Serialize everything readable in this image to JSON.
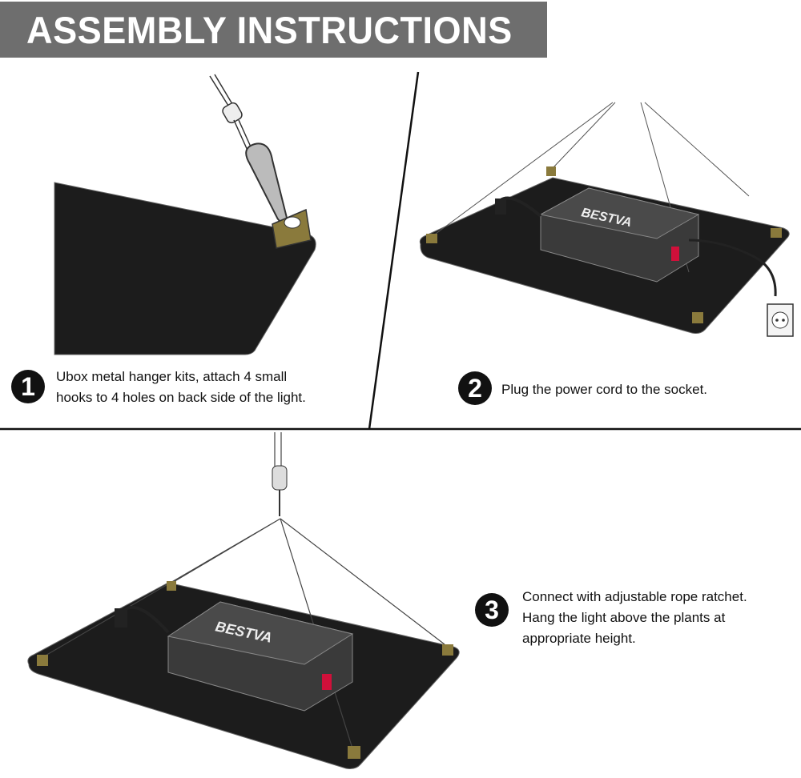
{
  "header": {
    "title": "ASSEMBLY INSTRUCTIONS"
  },
  "product": {
    "brand_logo": "BESTVA"
  },
  "steps": [
    {
      "number": "1",
      "lines": [
        "Ubox metal hanger kits, attach 4 small",
        "hooks to 4 holes on back side of the light."
      ]
    },
    {
      "number": "2",
      "lines": [
        "Plug the power cord to the socket."
      ]
    },
    {
      "number": "3",
      "lines": [
        "Connect with adjustable rope ratchet.",
        "Hang the light above the plants at",
        "appropriate height."
      ]
    }
  ],
  "colors": {
    "header_bg": "#6e6e6e",
    "panel": "#1c1c1c",
    "bracket": "#8a7a3c",
    "switch": "#d0103a"
  }
}
